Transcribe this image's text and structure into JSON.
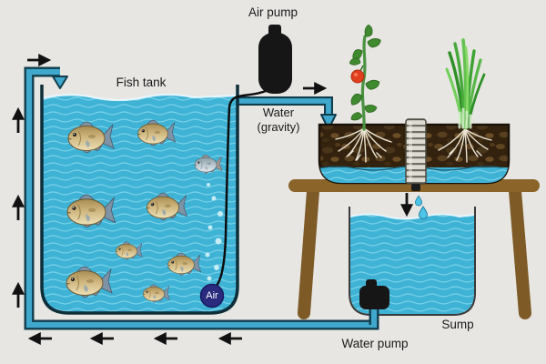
{
  "diagram": {
    "type": "aquaponics-system",
    "fish_count": 9,
    "labels": {
      "air_pump": "Air pump",
      "fish_tank": "Fish tank",
      "water_gravity_line1": "Water",
      "water_gravity_line2": "(gravity)",
      "air": "Air",
      "sump": "Sump",
      "water_pump": "Water pump"
    }
  },
  "colors": {
    "background": "#e7e6e3",
    "water": "#3fb3d6",
    "water_wave": "#7ad2e8",
    "pipe_fill": "#3fa8cc",
    "pipe_outline": "#123d4d",
    "tank_outline": "#0e2e3a",
    "soil_base": "#33220e",
    "soil_spot": "#5f4522",
    "table_brown": "#8a6428",
    "leg_brown": "#7d5a26",
    "pump_black": "#161616",
    "air_badge": "#2a2a7e",
    "plant_green": "#3f8a2e",
    "grass_green": "#46a838",
    "tomato_red": "#e03f1e",
    "root_white": "#ece4d2",
    "fish_body": "#cfb67e",
    "bubble": "#c6ecf4",
    "arrow_black": "#111111",
    "droplet_blue": "#4ec4e6"
  }
}
